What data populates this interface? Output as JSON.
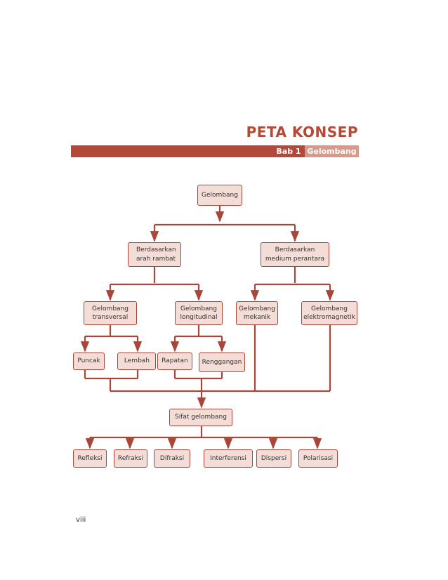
{
  "header": {
    "title": "PETA KONSEP",
    "chapter": "Bab 1",
    "chapter_name": "Gelombang"
  },
  "nodes": {
    "gelombang": "Gelombang",
    "arah_rambat": "Berdasarkan\narah rambat",
    "medium": "Berdasarkan\nmedium perantara",
    "transversal": "Gelombang\ntransversal",
    "longitudinal": "Gelombang\nlongitudinal",
    "mekanik": "Gelombang\nmekanik",
    "elektromagnetik": "Gelombang\nelektromagnetik",
    "puncak": "Puncak",
    "lembah": "Lembah",
    "rapatan": "Rapatan",
    "renggangan": "Renggangan",
    "sifat": "Sifat gelombang",
    "refleksi": "Refleksi",
    "refraksi": "Refraksi",
    "difraksi": "Difraksi",
    "interferensi": "Interferensi",
    "dispersi": "Dispersi",
    "polarisasi": "Polarisasi"
  },
  "page_number": "viii",
  "colors": {
    "accent": "#b2493a",
    "accent_light": "#d79a8a",
    "node_fill": "#f4ddd6",
    "line": "#a8463a"
  }
}
